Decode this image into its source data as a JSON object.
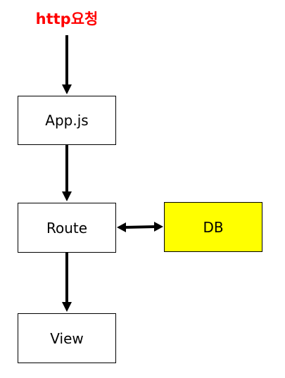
{
  "request": {
    "label": "http요청",
    "color": "#ff0000"
  },
  "nodes": {
    "app": {
      "label": "App.js",
      "fill": "#ffffff"
    },
    "route": {
      "label": "Route",
      "fill": "#ffffff"
    },
    "view": {
      "label": "View",
      "fill": "#ffffff"
    },
    "db": {
      "label": "DB",
      "fill": "#ffff00"
    }
  },
  "edges": [
    {
      "from": "request",
      "to": "app",
      "direction": "forward"
    },
    {
      "from": "app",
      "to": "route",
      "direction": "forward"
    },
    {
      "from": "route",
      "to": "view",
      "direction": "forward"
    },
    {
      "from": "route",
      "to": "db",
      "direction": "both"
    }
  ]
}
